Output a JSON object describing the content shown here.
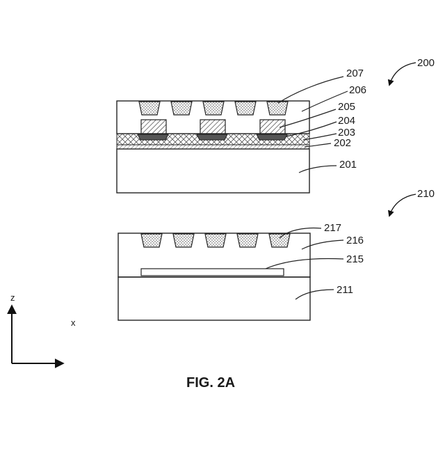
{
  "figure": {
    "caption": "FIG. 2A",
    "device_a": {
      "ref": "200",
      "labels": {
        "l207": "207",
        "l206": "206",
        "l205": "205",
        "l204": "204",
        "l203": "203",
        "l202": "202",
        "l201": "201"
      }
    },
    "device_b": {
      "ref": "210",
      "labels": {
        "l217": "217",
        "l216": "216",
        "l215": "215",
        "l211": "211"
      }
    },
    "axes": {
      "z": "z",
      "x": "x"
    }
  }
}
